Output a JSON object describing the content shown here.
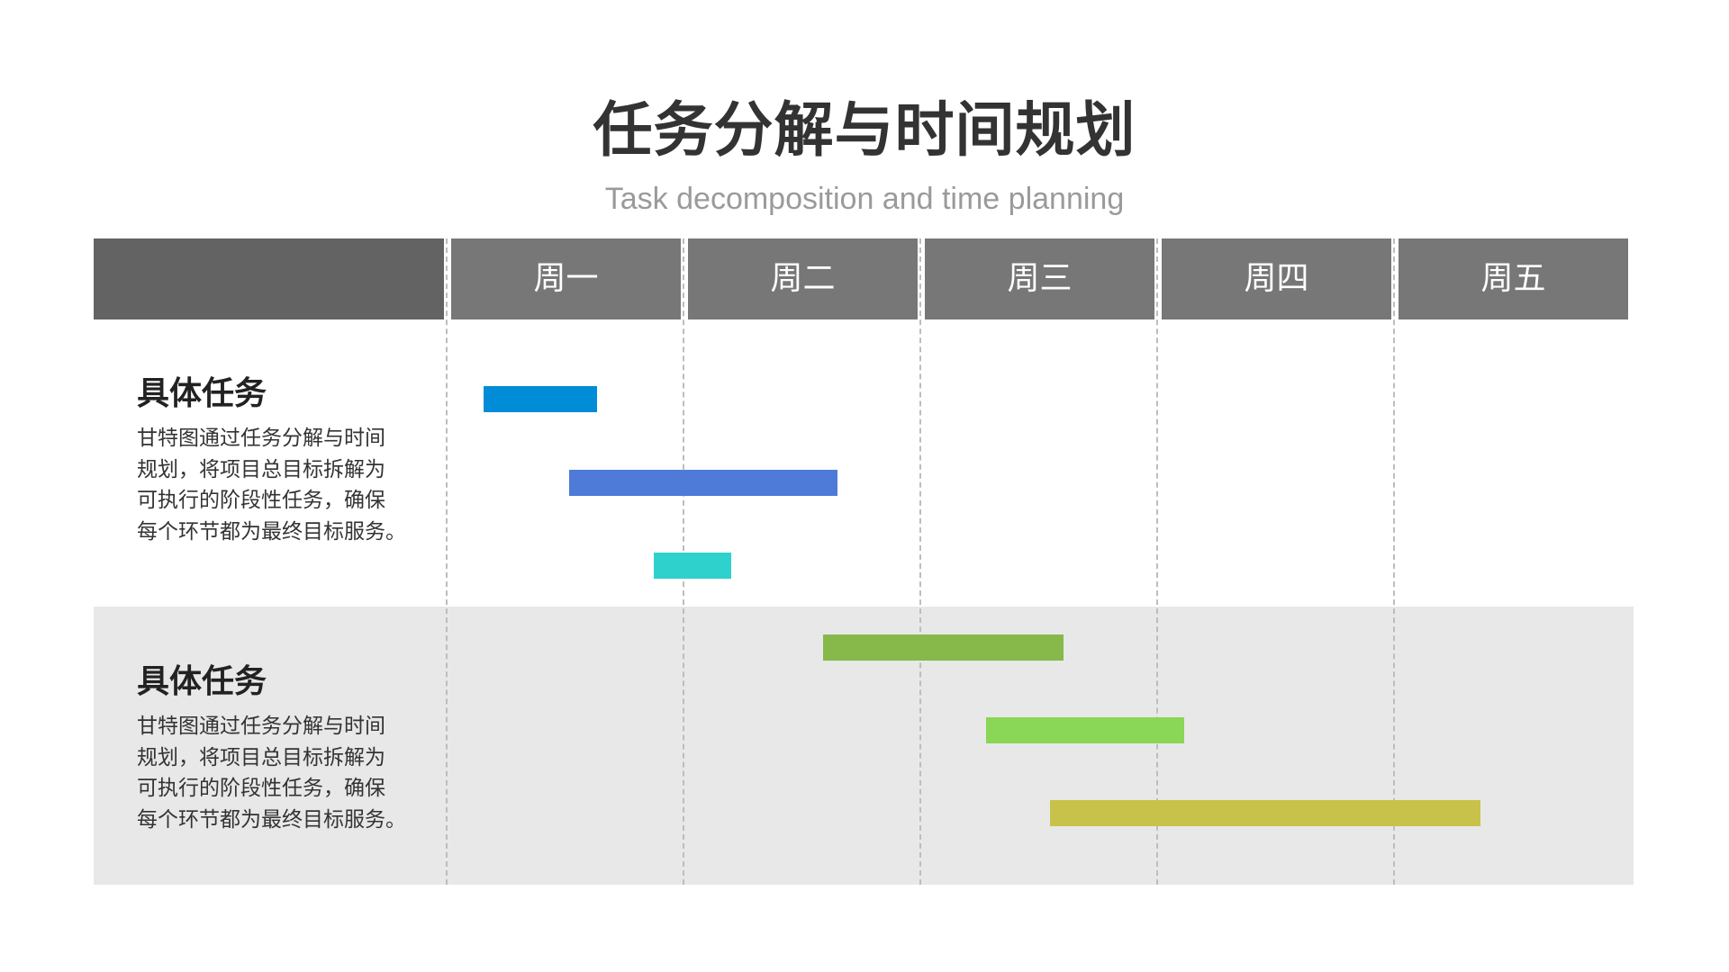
{
  "title": "任务分解与时间规划",
  "subtitle": "Task decomposition and time planning",
  "header": {
    "days": [
      "周一",
      "周二",
      "周三",
      "周四",
      "周五"
    ]
  },
  "sections": [
    {
      "heading": "具体任务",
      "body": "甘特图通过任务分解与时间\n规划，将项目总目标拆解为\n可执行的阶段性任务，确保\n每个环节都为最终目标服务。"
    },
    {
      "heading": "具体任务",
      "body": "甘特图通过任务分解与时间\n规划，将项目总目标拆解为\n可执行的阶段性任务，确保\n每个环节都为最终目标服务。"
    }
  ],
  "colors": {
    "header_left": "#636363",
    "header_day": "#777777",
    "band": "#e8e8e8",
    "bars": [
      "#008cd6",
      "#4e7bd8",
      "#2ed1cc",
      "#86b84a",
      "#8ad656",
      "#c8c24a"
    ]
  },
  "chart_data": {
    "type": "gantt",
    "title": "任务分解与时间规划",
    "subtitle": "Task decomposition and time planning",
    "categories": [
      "周一",
      "周二",
      "周三",
      "周四",
      "周五"
    ],
    "groups": [
      {
        "label": "具体任务",
        "tasks": [
          {
            "start": 0.15,
            "end": 0.63,
            "color": "#008cd6"
          },
          {
            "start": 0.52,
            "end": 1.65,
            "color": "#4e7bd8"
          },
          {
            "start": 0.87,
            "end": 1.2,
            "color": "#2ed1cc"
          }
        ]
      },
      {
        "label": "具体任务",
        "tasks": [
          {
            "start": 1.59,
            "end": 2.6,
            "color": "#86b84a"
          },
          {
            "start": 2.29,
            "end": 3.12,
            "color": "#8ad656"
          },
          {
            "start": 2.55,
            "end": 4.04,
            "color": "#c8c24a"
          }
        ]
      }
    ],
    "xlabel": "",
    "ylabel": "",
    "xlim": [
      0,
      5
    ],
    "grid": "dashed vertical day separators"
  }
}
